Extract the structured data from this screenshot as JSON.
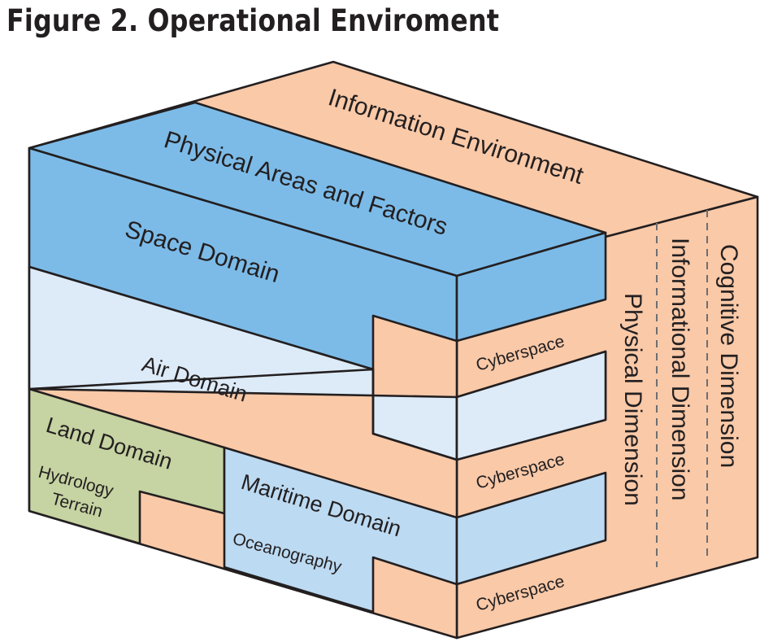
{
  "title": "Figure 2. Operational Enviroment",
  "labels": {
    "information_environment": "Information Environment",
    "physical_areas": "Physical Areas and Factors",
    "space_domain": "Space Domain",
    "air_domain": "Air Domain",
    "land_domain": "Land Domain",
    "hydrology": "Hydrology",
    "terrain": "Terrain",
    "maritime_domain": "Maritime Domain",
    "oceanography": "Oceanography",
    "cyberspace_1": "Cyberspace",
    "cyberspace_2": "Cyberspace",
    "cyberspace_3": "Cyberspace",
    "physical_dimension": "Physical Dimension",
    "informational_dimension": "Informational Dimension",
    "cognitive_dimension": "Cognitive Dimension"
  },
  "colors": {
    "information_environment": "#f9c9a8",
    "space_domain": "#7cbbe8",
    "air_domain": "#ddebf8",
    "land_domain": "#c6d3a2",
    "maritime_domain": "#bcdaf2",
    "outline": "#231f20",
    "divider": "#6d6e71"
  }
}
